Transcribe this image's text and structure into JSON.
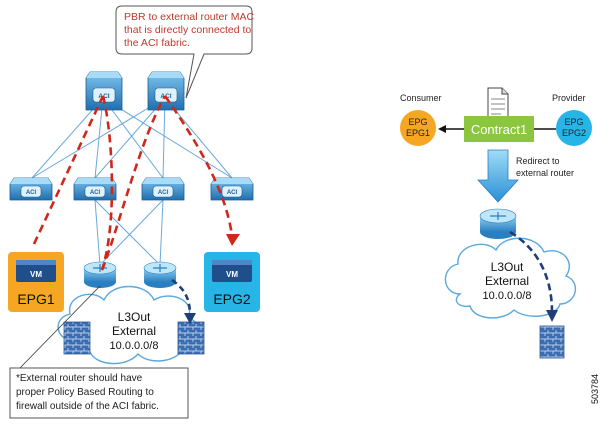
{
  "callout_top": {
    "line1": "PBR to external router MAC",
    "line2": "that is directly connected to",
    "line3": "the ACI fabric."
  },
  "note_bottom": {
    "line1": "*External router should have",
    "line2": "proper Policy Based Routing to",
    "line3": "firewall outside of the ACI fabric."
  },
  "left": {
    "spine_label": "ACI",
    "leaf_label": "ACI",
    "epg1": {
      "vm": "VM",
      "label": "EPG1"
    },
    "epg2": {
      "vm": "VM",
      "label": "EPG2"
    },
    "cloud": {
      "line1": "L3Out",
      "line2": "External",
      "line3": "10.0.0.0/8"
    }
  },
  "right": {
    "consumer_label": "Consumer",
    "provider_label": "Provider",
    "consumer_epg": {
      "line1": "EPG",
      "line2": "EPG1"
    },
    "provider_epg": {
      "line1": "EPG",
      "line2": "EPG2"
    },
    "contract_label": "Contract1",
    "redirect": {
      "line1": "Redirect to",
      "line2": "external router"
    },
    "cloud": {
      "line1": "L3Out",
      "line2": "External",
      "line3": "10.0.0.0/8"
    }
  },
  "figure_id": "503784",
  "colors": {
    "switch_blue": "#2f8fcf",
    "epg_orange": "#f5a623",
    "epg_cyan": "#27b4e6",
    "contract_green": "#8cc63f",
    "dash_red": "#d0271d",
    "dash_navy": "#1f3f7a",
    "firewall": "#3b6db0"
  }
}
